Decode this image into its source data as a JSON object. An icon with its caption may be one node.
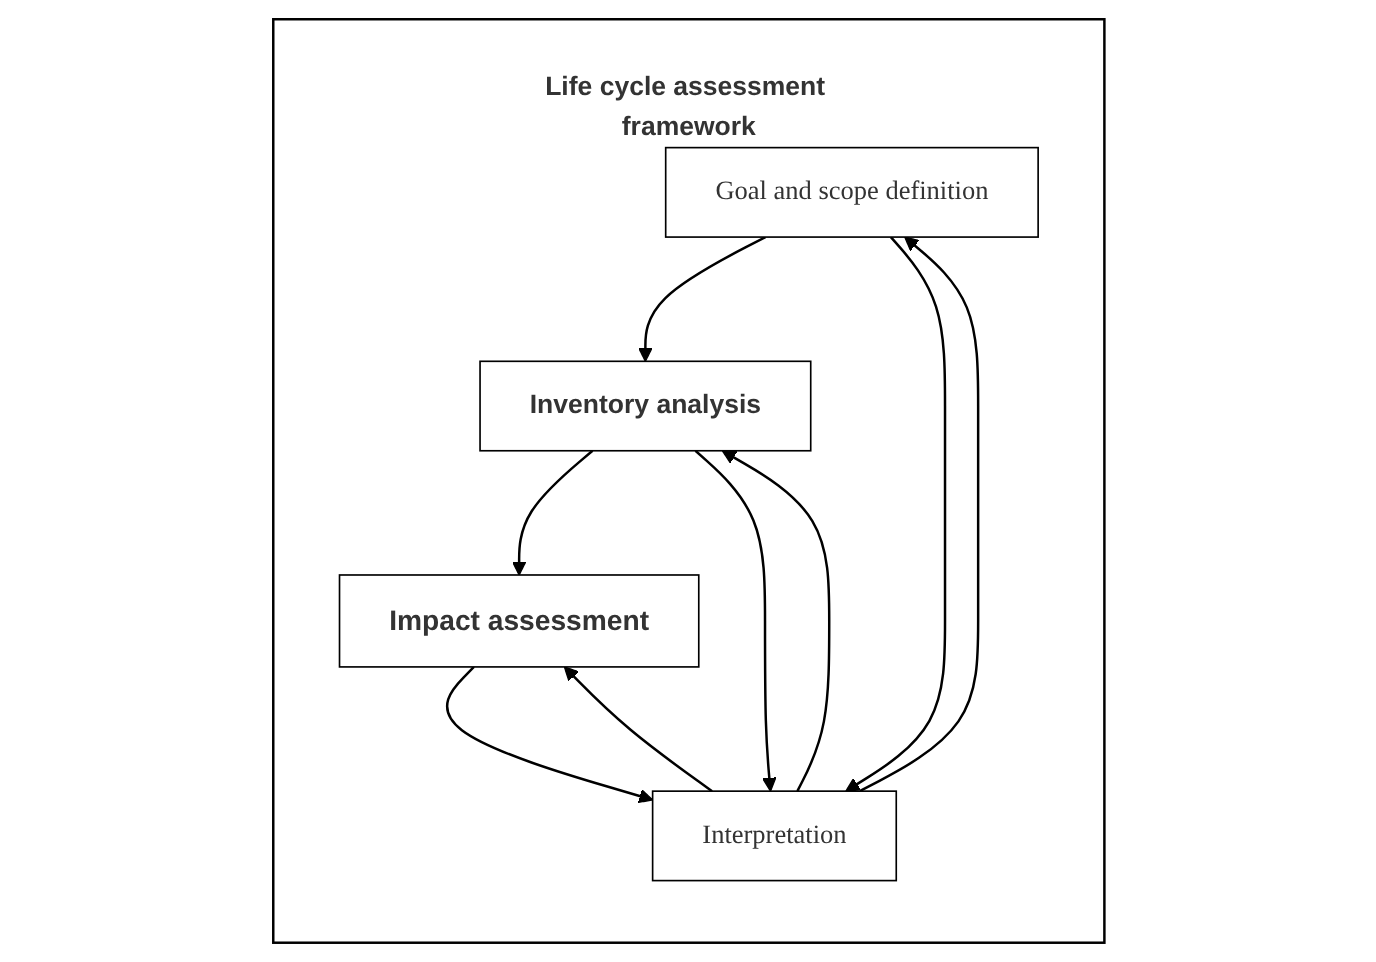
{
  "diagram": {
    "nodes": [
      {
        "text": [
          "Life cycle assessment framework"
        ]
      },
      {
        "text": [
          "Goal and scope definition"
        ],
        "in": 0
      },
      {
        "text": [
          "Inventory analysis"
        ],
        "in": 0
      },
      {
        "text": [
          "Impact assessment"
        ],
        "in": 0
      },
      {
        "text": [
          "Interpretation"
        ],
        "in": 0
      }
    ],
    "edges": [
      {
        "from": 1,
        "to": 2,
        "arrow": "to"
      },
      {
        "from": 2,
        "to": 3,
        "arrow": "to"
      },
      {
        "from": 1,
        "to": 4,
        "arrow": "to"
      },
      {
        "from": 4,
        "to": 1,
        "arrow": "to"
      },
      {
        "from": 2,
        "to": 4,
        "arrow": "to"
      },
      {
        "from": 4,
        "to": 2,
        "arrow": "to"
      },
      {
        "from": 3,
        "to": 4,
        "arrow": "to"
      },
      {
        "from": 4,
        "to": 3,
        "arrow": "to"
      }
    ]
  }
}
